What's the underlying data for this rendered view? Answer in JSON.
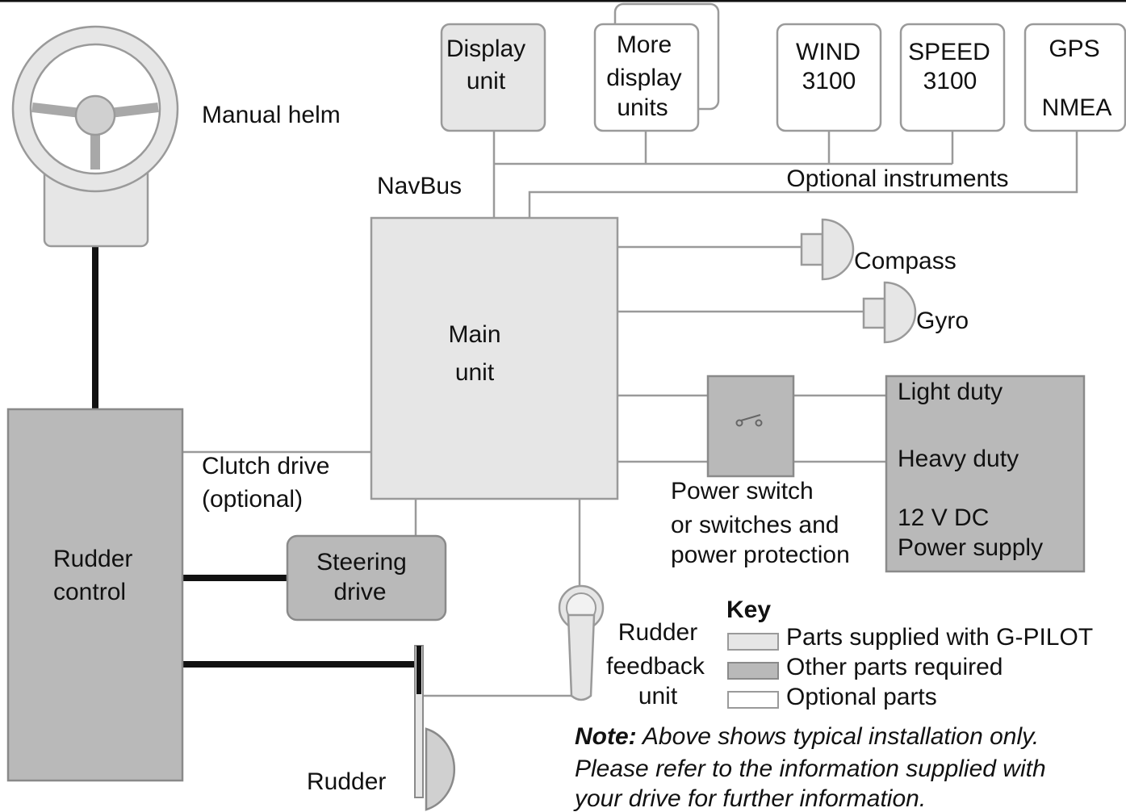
{
  "labels": {
    "manual_helm": "Manual helm",
    "navbus": "NavBus",
    "display_unit": [
      "Display",
      "unit"
    ],
    "more_display_units": [
      "More",
      "display",
      "units"
    ],
    "wind": [
      "WIND",
      "3100"
    ],
    "speed": [
      "SPEED",
      "3100"
    ],
    "gps": [
      "GPS",
      "NMEA"
    ],
    "optional_instruments": "Optional instruments",
    "main_unit": [
      "Main",
      "unit"
    ],
    "compass": "Compass",
    "gyro": "Gyro",
    "power_switch": [
      "Power switch",
      "or switches and",
      "power protection"
    ],
    "power_supply": [
      "Light duty",
      "Heavy duty",
      "12 V DC",
      "Power supply"
    ],
    "clutch_drive": [
      "Clutch drive",
      "(optional)"
    ],
    "rudder_control": [
      "Rudder",
      "control"
    ],
    "steering_drive": [
      "Steering",
      "drive"
    ],
    "rudder_feedback": [
      "Rudder",
      "feedback",
      "unit"
    ],
    "rudder": "Rudder"
  },
  "key": {
    "title": "Key",
    "items": [
      {
        "label": "Parts supplied with G-PILOT",
        "color": "#e6e6e6"
      },
      {
        "label": "Other parts required",
        "color": "#b9b9b9"
      },
      {
        "label": "Optional parts",
        "color": "#ffffff"
      }
    ]
  },
  "note": {
    "bold": "Note:",
    "lines": [
      " Above shows typical installation only.",
      "Please refer to the information supplied with",
      "your drive for further information."
    ]
  },
  "colors": {
    "supplied": "#e6e6e6",
    "other": "#b9b9b9",
    "optional": "#ffffff",
    "wire": "#9a9a9a",
    "thick_cable": "#111111"
  }
}
